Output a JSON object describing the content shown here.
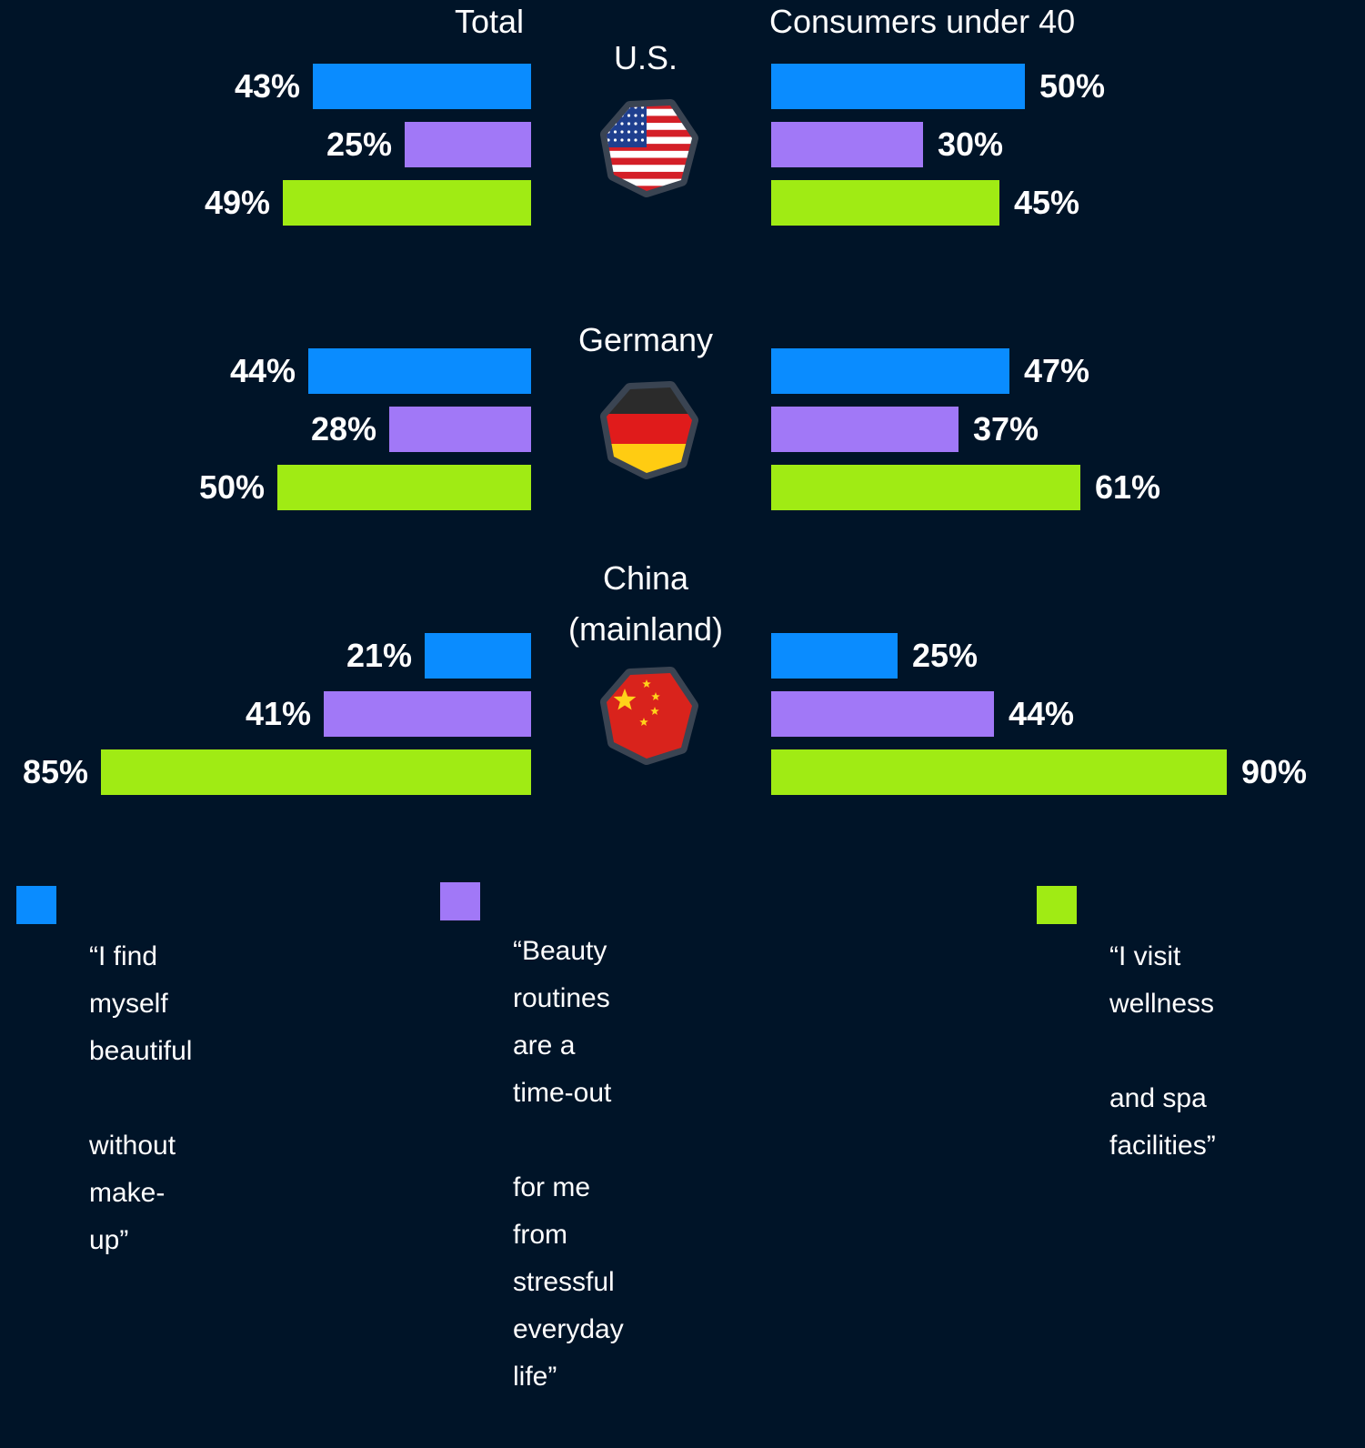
{
  "chart_data": {
    "type": "bar",
    "orientation": "horizontal",
    "column_titles": {
      "left": "Total",
      "right": "Consumers under 40"
    },
    "series": [
      {
        "name": "“I find myself beautiful without make-up”",
        "color": "#0a8cff"
      },
      {
        "name": "“Beauty routines are a time-out for me from stressful everyday life”",
        "color": "#a178f7"
      },
      {
        "name": "“I visit wellness and spa facilities”",
        "color": "#a0eb14"
      }
    ],
    "groups": [
      {
        "name": "U.S.",
        "flag": "us-flag-icon",
        "total": [
          43,
          25,
          49
        ],
        "under40": [
          50,
          30,
          45
        ]
      },
      {
        "name": "Germany",
        "flag": "germany-flag-icon",
        "total": [
          44,
          28,
          50
        ],
        "under40": [
          47,
          37,
          61
        ]
      },
      {
        "name": "China (mainland)",
        "flag": "china-flag-icon",
        "total": [
          21,
          41,
          85
        ],
        "under40": [
          25,
          44,
          90
        ]
      }
    ],
    "value_suffix": "%"
  },
  "legend": [
    {
      "line1": "“I find myself beautiful",
      "line2": "without make-up”"
    },
    {
      "line1": "“Beauty routines are a time-out",
      "line2": "for me from stressful everyday life”"
    },
    {
      "line1": "“I visit wellness",
      "line2": "and spa facilities”"
    }
  ]
}
